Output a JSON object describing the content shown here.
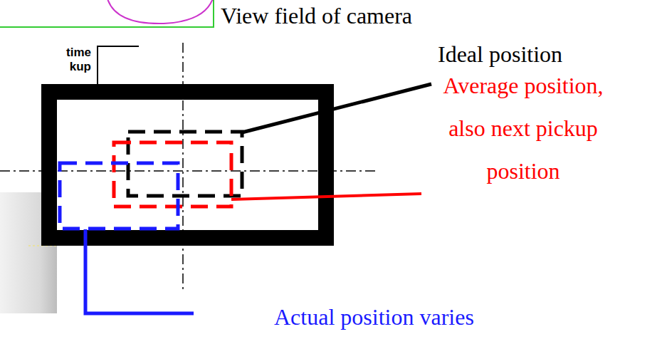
{
  "diagram": {
    "labels": [
      "time",
      "kup",
      "View field of camera",
      "Ideal position",
      "Average position, also next pickup position",
      "Actual position varies"
    ]
  }
}
